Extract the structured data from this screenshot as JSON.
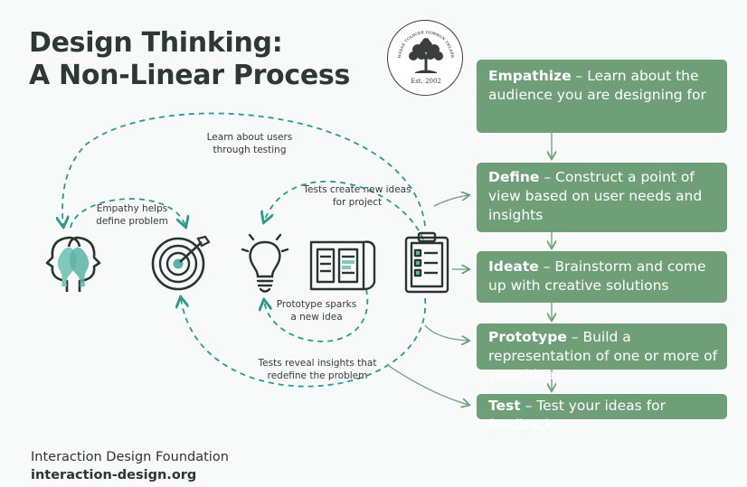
{
  "title": {
    "line1": "Design Thinking:",
    "line2": "A Non-Linear Process"
  },
  "badge": {
    "arc_text": "ᴎᴀᴚᴀᴙ ᴛᴄᴀᴎᴄᴇᴙ ᴄᴏᴍᴍᴜɴ ᴛʜʟᴀᴙᴋ",
    "year": "Est. 2002"
  },
  "stages": [
    {
      "name": "Empathize",
      "desc": " – Learn about the audience you are designing for"
    },
    {
      "name": "Define",
      "desc": " – Construct a point of view based on user needs and insights"
    },
    {
      "name": "Ideate",
      "desc": " – Brainstorm and come up with creative solutions"
    },
    {
      "name": "Prototype",
      "desc": " – Build a representation of one or more of your ideas"
    },
    {
      "name": "Test",
      "desc": " – Test your ideas for feedback"
    }
  ],
  "labels": {
    "learn_line1": "Learn about users",
    "learn_line2": "through testing",
    "empathy_line1": "Empathy helps",
    "empathy_line2": "define problem",
    "tests_ideas_line1": "Tests create new ideas",
    "tests_ideas_line2": "for project",
    "prototype_line1": "Prototype sparks",
    "prototype_line2": "a new idea",
    "reveal_line1": "Tests reveal insights that",
    "reveal_line2": "redefine the problem"
  },
  "icons": [
    "empathy-heads-icon",
    "target-icon",
    "lightbulb-icon",
    "blueprint-icon",
    "clipboard-checklist-icon",
    "tree-logo-icon"
  ],
  "colors": {
    "panel": "#6e9f76",
    "dashed_arrow": "#2d9a8a",
    "flow_arrow": "#6e9f76",
    "teal_accent": "#7fc9bb"
  },
  "footer": {
    "org": "Interaction Design Foundation",
    "url": "interaction-design.org"
  }
}
